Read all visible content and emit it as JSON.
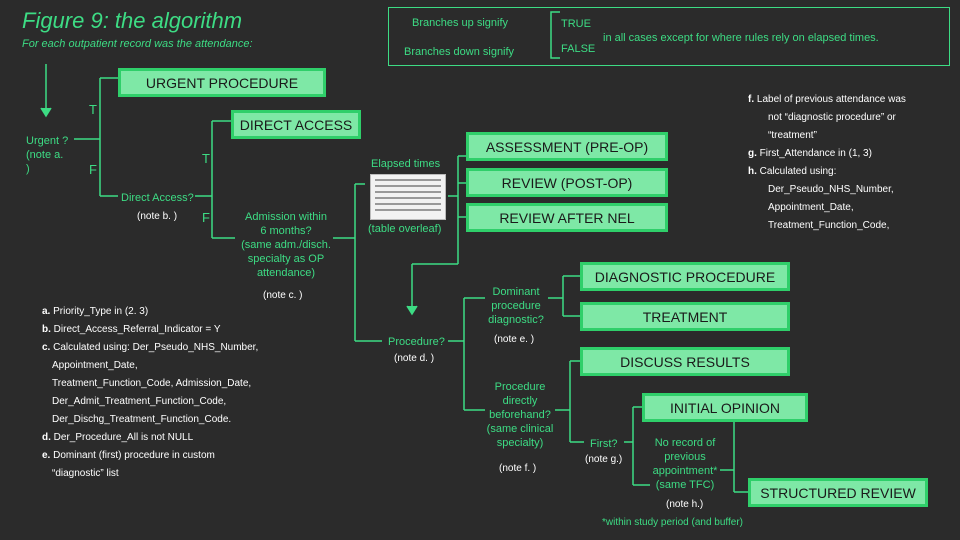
{
  "title": "Figure 9: the algorithm",
  "subtitle": "For each outpatient record was the attendance:",
  "legend": {
    "up": "Branches up signify",
    "down": "Branches down signify",
    "true": "TRUE",
    "false": "FALSE",
    "note": "in all cases except for where rules rely on elapsed times."
  },
  "nodes": {
    "urgent_q": [
      "Urgent ?",
      "(note a.",
      ")"
    ],
    "direct_q": "Direct Access?",
    "direct_note": "(note b. )",
    "admission_q": [
      "Admission within",
      "6 months?",
      "(same adm./disch.",
      "specialty as OP",
      "attendance)"
    ],
    "admission_note": "(note c. )",
    "elapsed": "Elapsed times",
    "table_overleaf": "(table overleaf)",
    "procedure_q": "Procedure?",
    "procedure_note": "(note d. )",
    "dominant_q": [
      "Dominant",
      "procedure",
      "diagnostic?"
    ],
    "dominant_note": "(note e. )",
    "before_q": [
      "Procedure",
      "directly",
      "beforehand?",
      "(same clinical",
      "specialty)"
    ],
    "before_note": "(note f. )",
    "first_q": "First?",
    "first_note": "(note g.)",
    "norecord_q": [
      "No record of",
      "previous",
      "appointment*",
      "(same TFC)"
    ],
    "norecord_note": "(note h.)",
    "footnote": "*within study period (and buffer)",
    "t": "T",
    "f": "F"
  },
  "boxes": {
    "urgent": "URGENT PROCEDURE",
    "direct": "DIRECT ACCESS",
    "assessment": "ASSESSMENT (PRE-OP)",
    "review_post": "REVIEW (POST-OP)",
    "review_nel": "REVIEW AFTER NEL",
    "diagnostic": "DIAGNOSTIC PROCEDURE",
    "treatment": "TREATMENT",
    "discuss": "DISCUSS RESULTS",
    "initial": "INITIAL OPINION",
    "structured": "STRUCTURED REVIEW"
  },
  "notes_left": [
    {
      "k": "a.",
      "t": "Priority_Type in (2. 3)"
    },
    {
      "k": "b.",
      "t": "Direct_Access_Referral_Indicator = Y"
    },
    {
      "k": "c.",
      "t": "Calculated using: Der_Pseudo_NHS_Number,"
    },
    {
      "k": "",
      "t": "Appointment_Date,"
    },
    {
      "k": "",
      "t": "Treatment_Function_Code, Admission_Date,"
    },
    {
      "k": "",
      "t": "Der_Admit_Treatment_Function_Code,"
    },
    {
      "k": "",
      "t": "Der_Dischg_Treatment_Function_Code."
    },
    {
      "k": "d.",
      "t": "Der_Procedure_All is not NULL"
    },
    {
      "k": "e.",
      "t": "Dominant (first) procedure in custom"
    },
    {
      "k": "",
      "t": "“diagnostic” list"
    }
  ],
  "notes_right": [
    {
      "k": "f.",
      "t": "Label of previous attendance was"
    },
    {
      "k": "",
      "t": "not “diagnostic procedure” or"
    },
    {
      "k": "",
      "t": "“treatment”"
    },
    {
      "k": "g.",
      "t": "First_Attendance in (1, 3)"
    },
    {
      "k": "h.",
      "t": "Calculated using:"
    },
    {
      "k": "",
      "t": "Der_Pseudo_NHS_Number,"
    },
    {
      "k": "",
      "t": "Appointment_Date,"
    },
    {
      "k": "",
      "t": "Treatment_Function_Code,"
    }
  ]
}
